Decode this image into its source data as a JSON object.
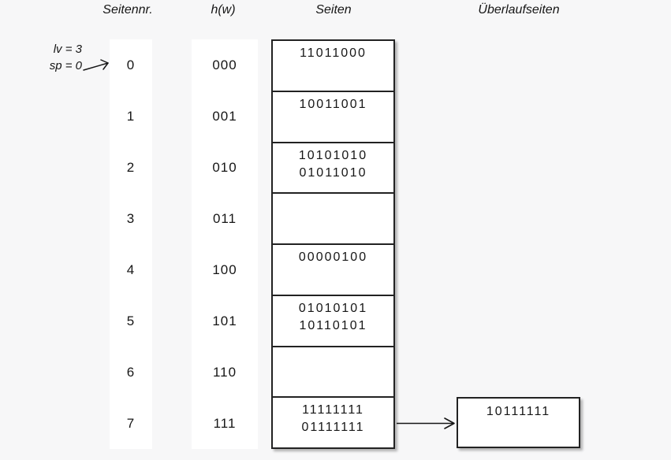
{
  "headers": {
    "page_number": "Seitennr.",
    "hash": "h(w)",
    "pages": "Seiten",
    "overflow_pages": "Überlaufseiten"
  },
  "state": {
    "lv_label": "lv = 3",
    "sp_label": "sp = 0"
  },
  "rows": [
    {
      "nr": "0",
      "hw": "000",
      "lines": [
        "11011000"
      ]
    },
    {
      "nr": "1",
      "hw": "001",
      "lines": [
        "10011001"
      ]
    },
    {
      "nr": "2",
      "hw": "010",
      "lines": [
        "10101010",
        "01011010"
      ]
    },
    {
      "nr": "3",
      "hw": "011",
      "lines": []
    },
    {
      "nr": "4",
      "hw": "100",
      "lines": [
        "00000100"
      ]
    },
    {
      "nr": "5",
      "hw": "101",
      "lines": [
        "01010101",
        "10110101"
      ]
    },
    {
      "nr": "6",
      "hw": "110",
      "lines": []
    },
    {
      "nr": "7",
      "hw": "111",
      "lines": [
        "11111111",
        "01111111"
      ]
    }
  ],
  "overflow": {
    "source_row": "7",
    "lines": [
      "10111111"
    ]
  },
  "icons": {
    "sp_pointer_arrow": "↗",
    "overflow_arrow": "→"
  },
  "colors": {
    "background": "#f7f7f8",
    "strip": "#ffffff",
    "box_border": "#222222",
    "text": "#161616"
  }
}
